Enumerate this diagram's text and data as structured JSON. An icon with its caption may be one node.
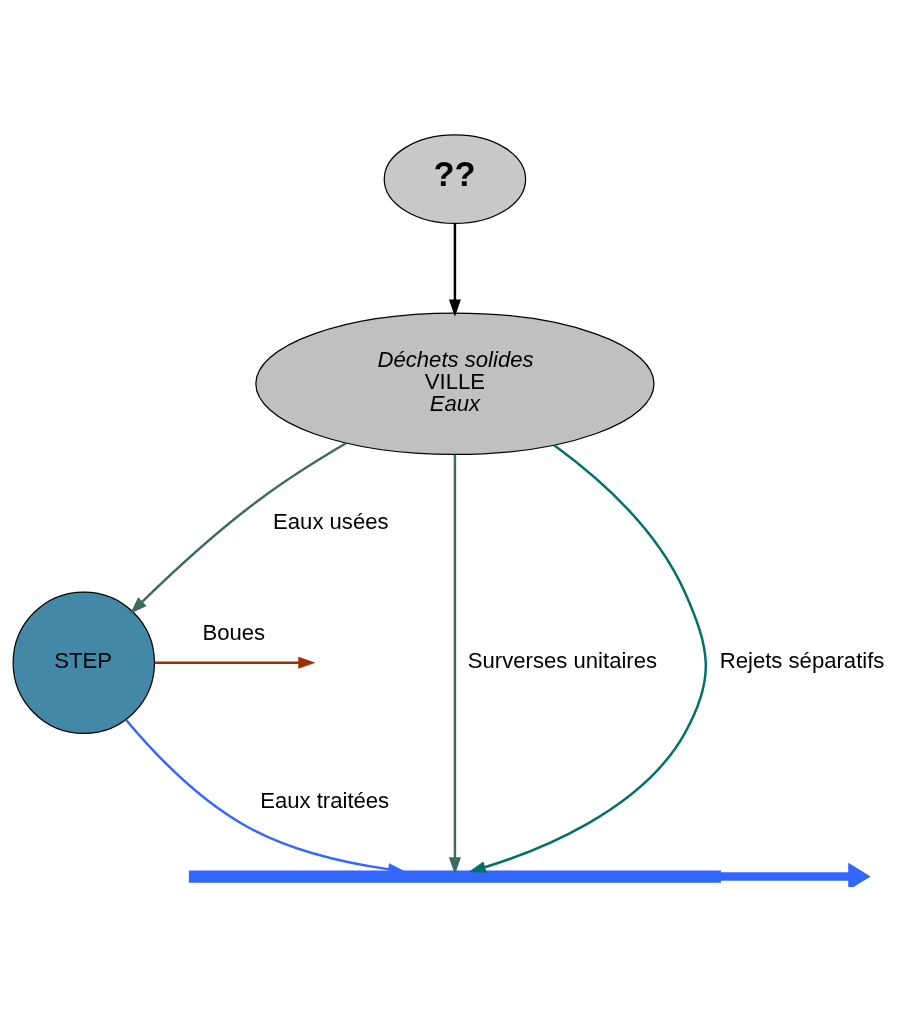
{
  "diagram": {
    "nodes": [
      {
        "text": [
          "??"
        ]
      },
      {
        "text": [
          "Déchets solides",
          "VILLE",
          "Eaux"
        ]
      },
      {
        "text": [
          "STEP"
        ]
      },
      {
        "text": [],
        "shape": "bar"
      }
    ],
    "edges": [
      {
        "from": 0,
        "to": 1,
        "arrow": "to",
        "color": "#000000"
      },
      {
        "from": 1,
        "to": 2,
        "arrow": "to",
        "label": "Eaux usées",
        "color": "#3d6b5f"
      },
      {
        "from": 1,
        "to": 3,
        "arrow": "to",
        "label": "Surverses unitaires",
        "color": "#3d6b5f"
      },
      {
        "from": 1,
        "to": 3,
        "arrow": "to",
        "label": "Rejets séparatifs",
        "color": "#00706b"
      },
      {
        "from": 2,
        "to": null,
        "arrow": "to",
        "label": "Boues",
        "color": "#a03000"
      },
      {
        "from": 2,
        "to": 3,
        "arrow": "to",
        "label": "Eaux traitées",
        "color": "#3366ff"
      },
      {
        "from": 3,
        "to": null,
        "arrow": "to",
        "style": "thick",
        "color": "#3366ff"
      }
    ]
  }
}
